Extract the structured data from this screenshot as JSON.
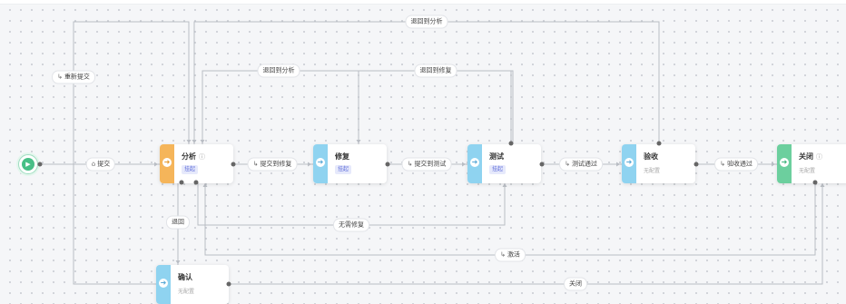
{
  "start": {
    "icon": "play-icon"
  },
  "nodes": {
    "analysis": {
      "title": "分析",
      "tag": "挂起",
      "icon": "arrow-right-icon"
    },
    "fix": {
      "title": "修复",
      "tag": "挂起",
      "icon": "arrow-right-icon"
    },
    "test": {
      "title": "测试",
      "tag": "挂起",
      "icon": "arrow-right-icon"
    },
    "accept": {
      "title": "验收",
      "sub": "无配置",
      "icon": "arrow-right-icon"
    },
    "close": {
      "title": "关闭",
      "sub": "无配置",
      "icon": "arrow-right-icon"
    },
    "confirm": {
      "title": "确认",
      "sub": "无配置",
      "icon": "arrow-right-icon"
    }
  },
  "edges": {
    "submit": "提交",
    "submit_to_fix": "提交到修复",
    "submit_to_test": "提交到测试",
    "test_passed": "测试通过",
    "accept_passed": "验收通过",
    "back_to_analysis_top": "退回到分析",
    "back_to_analysis": "退回到分析",
    "back_to_fix": "退回到修复",
    "resubmit": "重新提交",
    "return": "退回",
    "no_fix_needed": "无需修复",
    "activate": "激活",
    "close": "关闭"
  },
  "colors": {
    "analysis_bar": "#f5b55a",
    "step_bar": "#8fd3f0",
    "close_bar": "#6ccf9e",
    "start": "#47bf86",
    "tag_text": "#5b6ad8"
  }
}
